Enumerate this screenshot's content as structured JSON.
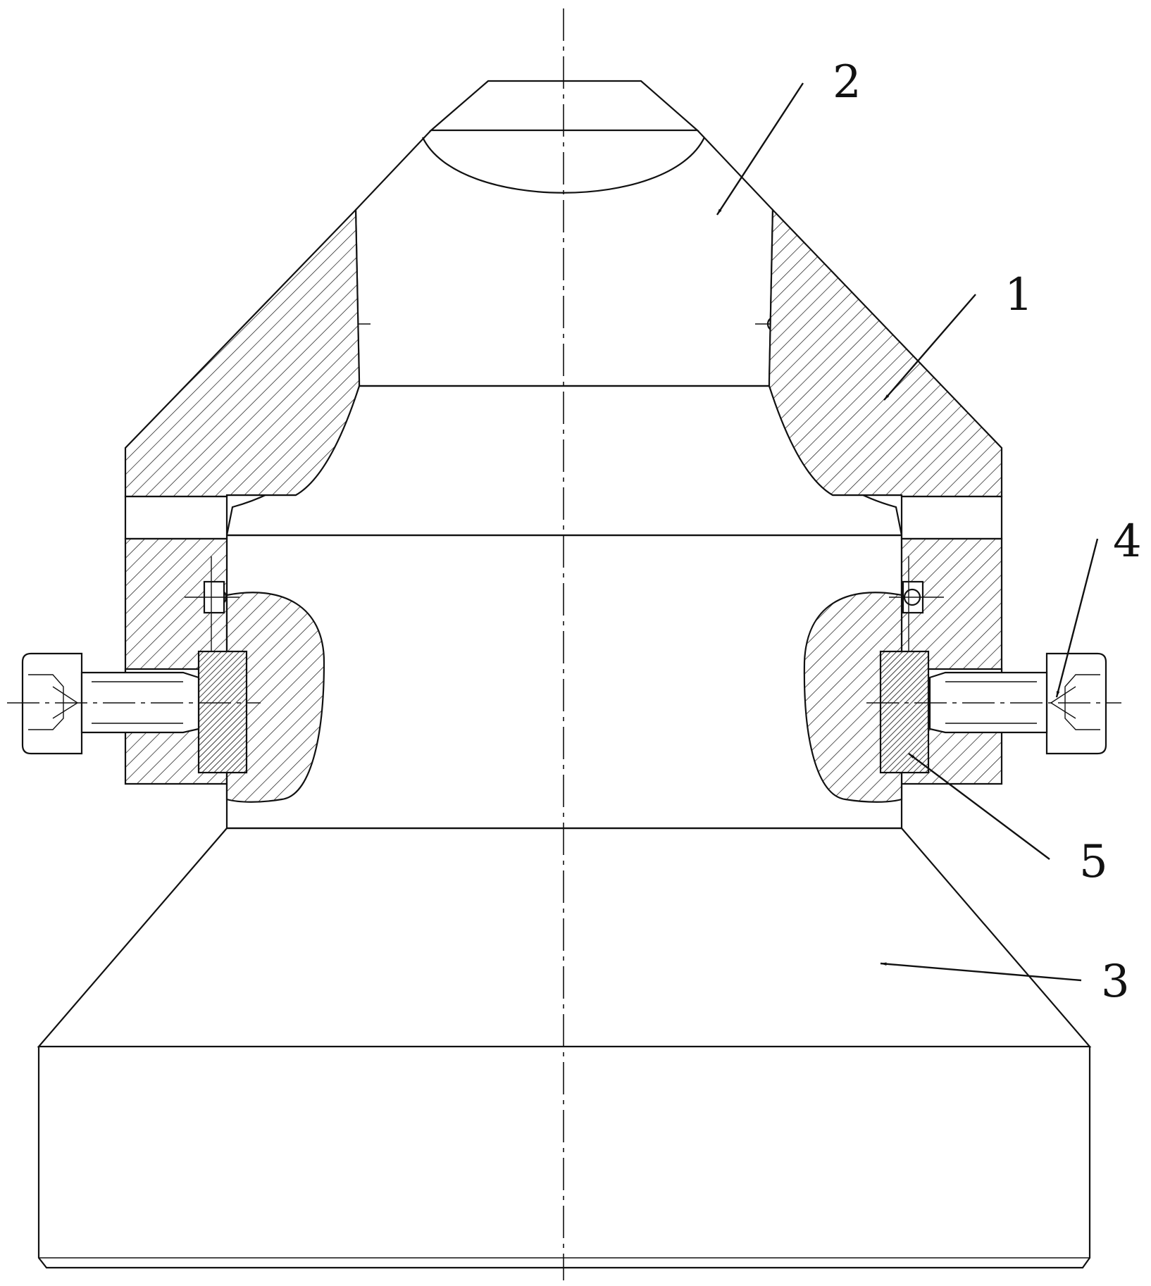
{
  "labels": [
    {
      "id": "part-1",
      "text": "1"
    },
    {
      "id": "part-2",
      "text": "2"
    },
    {
      "id": "part-3",
      "text": "3"
    },
    {
      "id": "part-4",
      "text": "4"
    },
    {
      "id": "part-5",
      "text": "5"
    }
  ],
  "colors": {
    "line": "#111111",
    "background": "#ffffff"
  }
}
